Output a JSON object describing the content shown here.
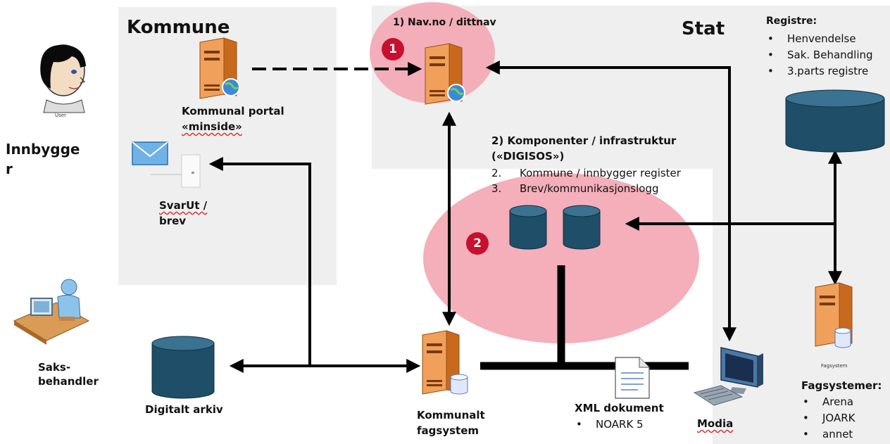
{
  "zones": {
    "kommune_title": "Kommune",
    "stat_title": "Stat"
  },
  "actors": {
    "innbygger": "Innbygge\nr",
    "user_caption": "User",
    "saksbehandler": "Saks-\nbehandler"
  },
  "nodes": {
    "portal_line1": "Kommunal portal",
    "portal_line2": "«minside»",
    "svarut_line1": "SvarUt /",
    "svarut_line2": "brev",
    "navno": "1) Nav.no / dittnav",
    "komponenter_line1": "2) Komponenter / infrastruktur",
    "komponenter_line2": "(«DIGISOS»)",
    "komponenter_items": [
      {
        "num": "2.",
        "text": "Kommune / innbygger register"
      },
      {
        "num": "3.",
        "text": "Brev/kommunikasjonslogg"
      }
    ],
    "arkiv": "Digitalt arkiv",
    "fagsystem_line1": "Kommunalt",
    "fagsystem_line2": "fagsystem",
    "xml_title": "XML dokument",
    "xml_items": [
      "NOARK 5"
    ],
    "modia": "Modia",
    "fagsystem_caption": "Fagsystem",
    "fagsystemer_title": "Fagsystemer:",
    "fagsystemer_items": [
      "Arena",
      "JOARK",
      "annet"
    ],
    "registre_title": "Registre:",
    "registre_items": [
      "Henvendelse",
      "Sak. Behandling",
      "3.parts registre"
    ]
  },
  "badges": [
    "1",
    "2"
  ],
  "bullet_glyph": "•",
  "colors": {
    "zone_gray": "#efefef",
    "pink_zone": "#f3a6b3",
    "badge_red": "#c8102e",
    "db_blue": "#1e4e68",
    "server_orange": "#e07b21"
  }
}
